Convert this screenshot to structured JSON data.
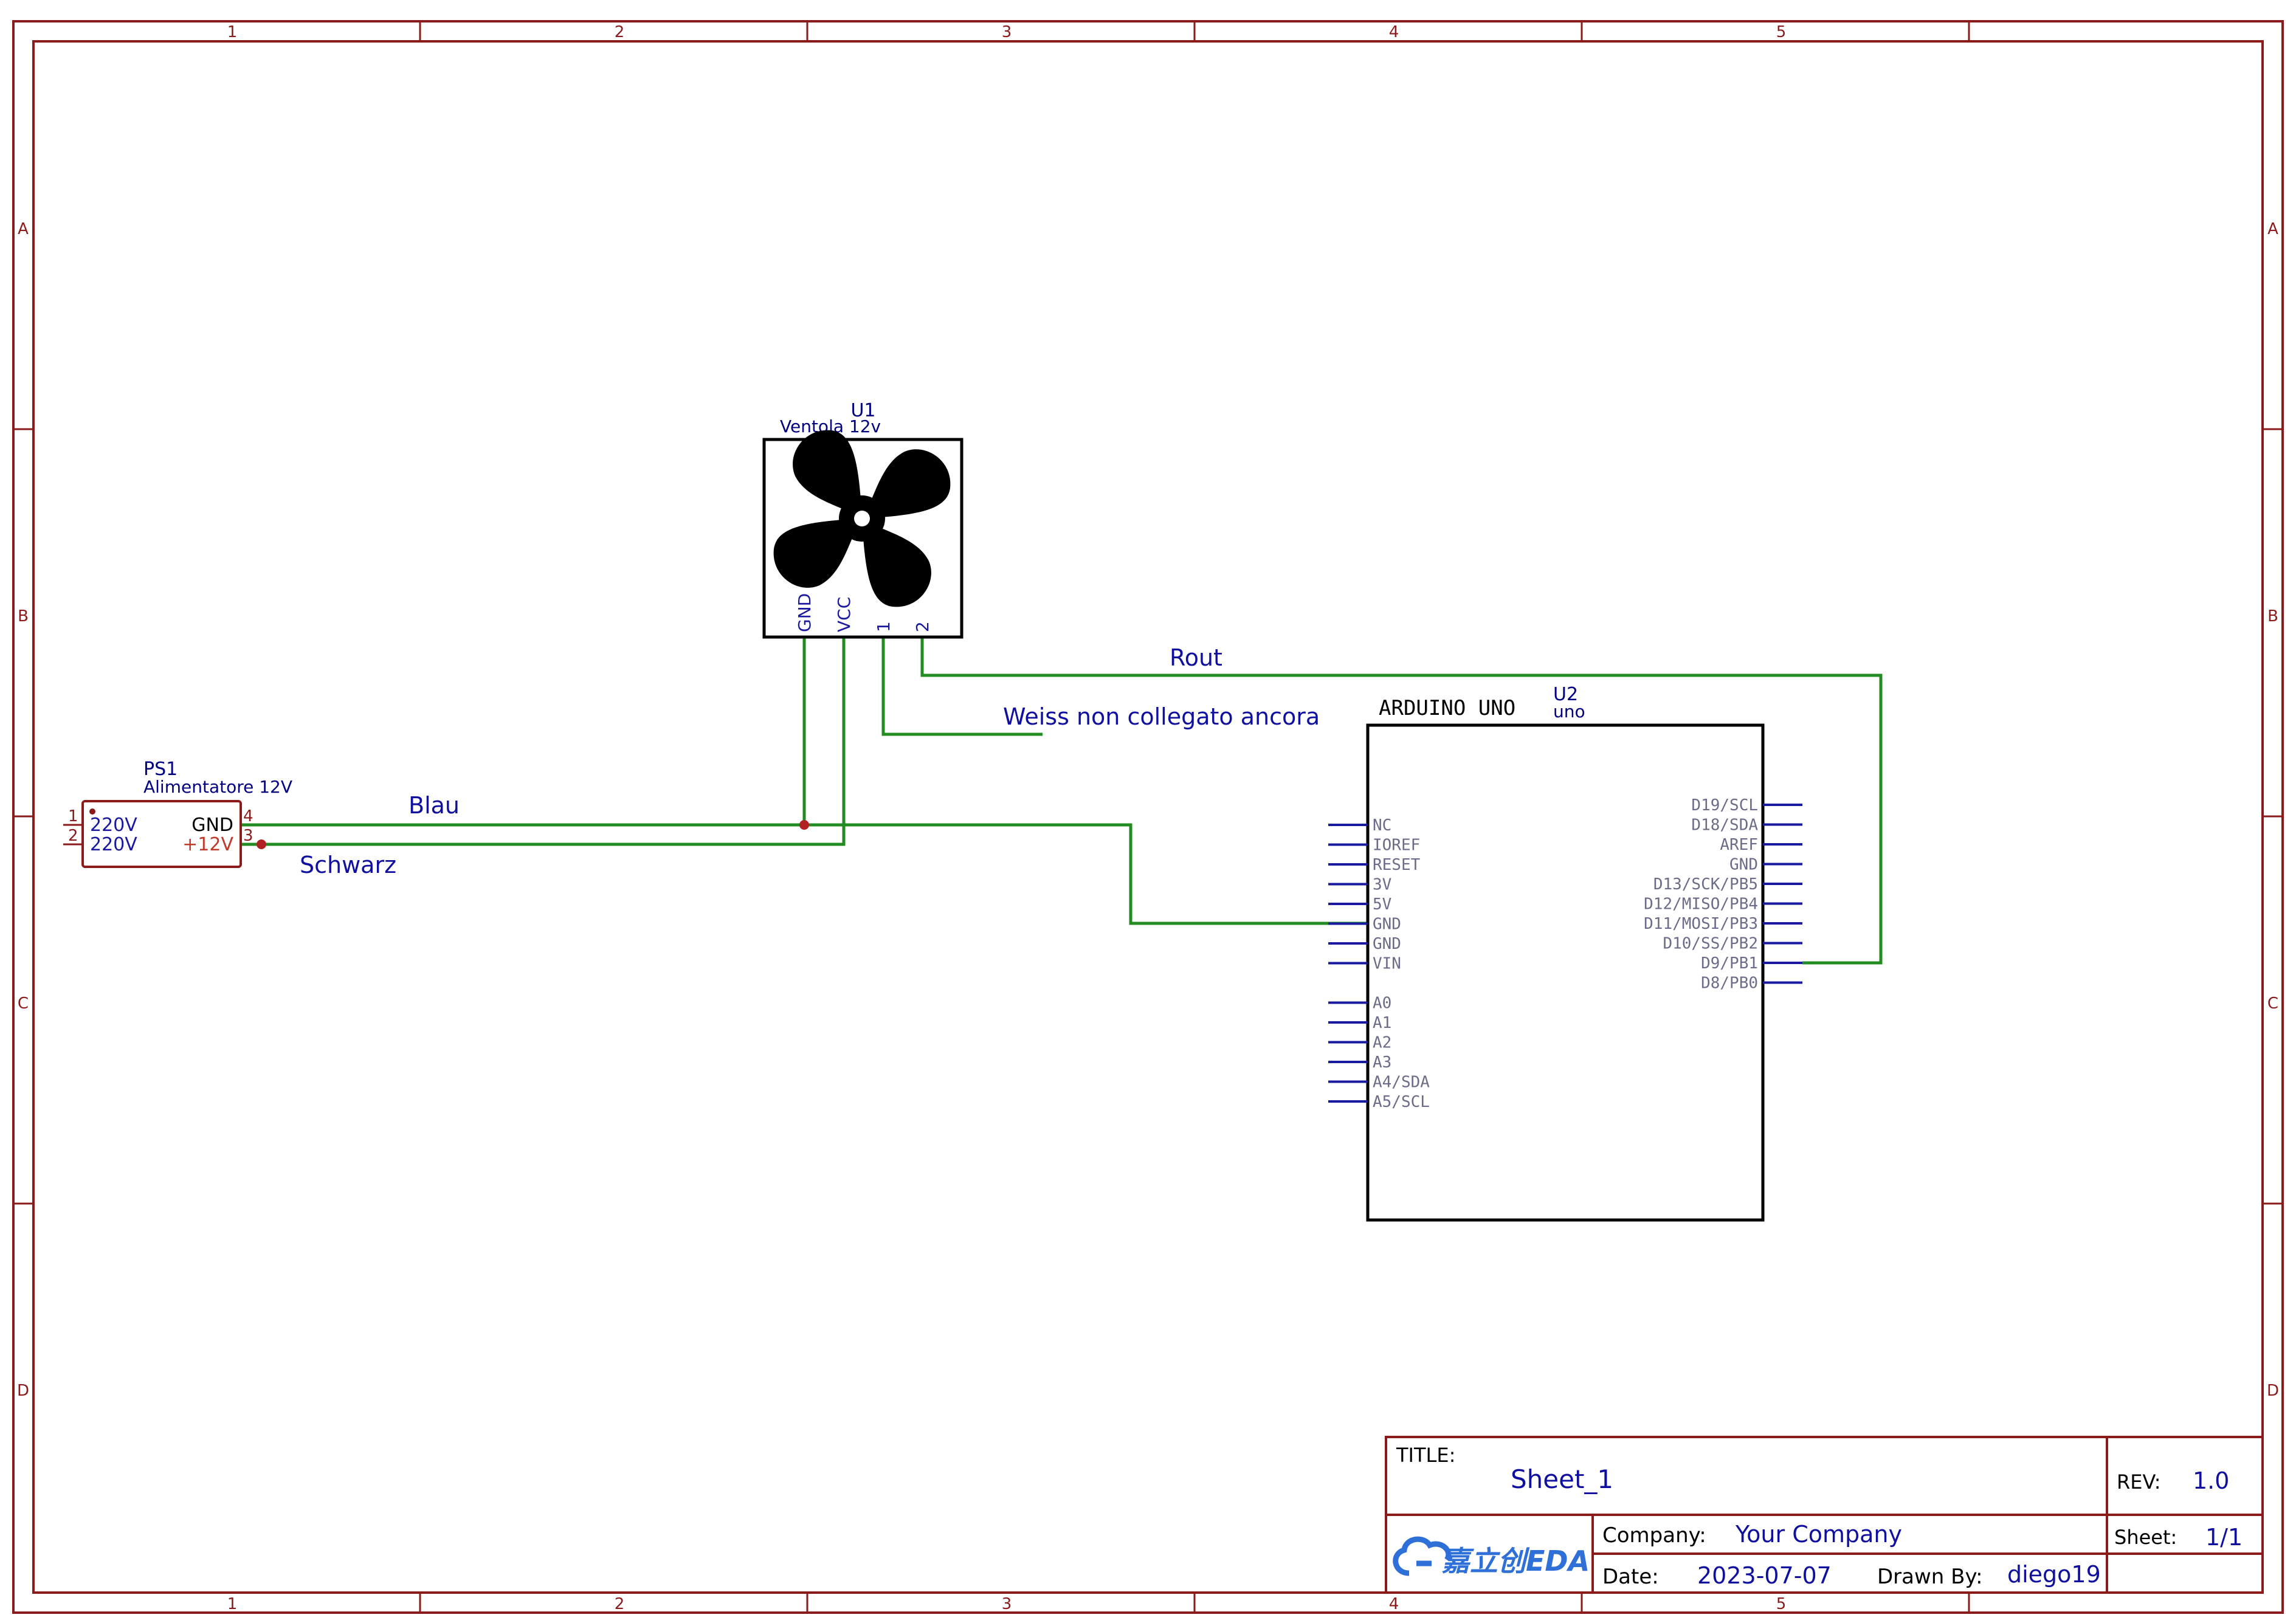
{
  "frame": {
    "columns": [
      "1",
      "2",
      "3",
      "4",
      "5"
    ],
    "rows": [
      "A",
      "B",
      "C",
      "D"
    ]
  },
  "components": {
    "fan": {
      "designator": "U1",
      "value": "Ventola 12v",
      "pins": [
        "GND",
        "VCC",
        "1",
        "2"
      ]
    },
    "power_supply": {
      "designator": "PS1",
      "value": "Alimentatore 12V",
      "pin_numbers": [
        "1",
        "2",
        "4",
        "3"
      ],
      "left_labels": [
        "220V",
        "220V"
      ],
      "right_labels": [
        "GND",
        "+12V"
      ]
    },
    "arduino": {
      "title": "ARDUINO UNO",
      "designator": "U2",
      "value": "uno",
      "left_pins": [
        "NC",
        "IOREF",
        "RESET",
        "3V",
        "5V",
        "GND",
        "GND",
        "VIN",
        "A0",
        "A1",
        "A2",
        "A3",
        "A4/SDA",
        "A5/SCL"
      ],
      "right_pins": [
        "D19/SCL",
        "D18/SDA",
        "AREF",
        "GND",
        "D13/SCK/PB5",
        "D12/MISO/PB4",
        "D11/MOSI/PB3",
        "D10/SS/PB2",
        "D9/PB1",
        "D8/PB0"
      ]
    }
  },
  "nets": {
    "rout": "Rout",
    "weiss": "Weiss non collegato ancora",
    "blau": "Blau",
    "schwarz": "Schwarz"
  },
  "title_block": {
    "title_label": "TITLE:",
    "title_value": "Sheet_1",
    "rev_label": "REV:",
    "rev_value": "1.0",
    "company_label": "Company:",
    "company_value": "Your Company",
    "sheet_label": "Sheet:",
    "sheet_value": "1/1",
    "date_label": "Date:",
    "date_value": "2023-07-07",
    "drawn_label": "Drawn By:",
    "drawn_value": "diego19",
    "logo_text": "嘉立创EDA"
  },
  "colors": {
    "frame": "#8b1a1a",
    "wire": "#228b22",
    "text": "#1010a0",
    "pin": "#1a1aa0",
    "component": "#000000",
    "junction": "#b22222",
    "power_positive": "#c0392b",
    "logo": "#2e6fd8"
  }
}
